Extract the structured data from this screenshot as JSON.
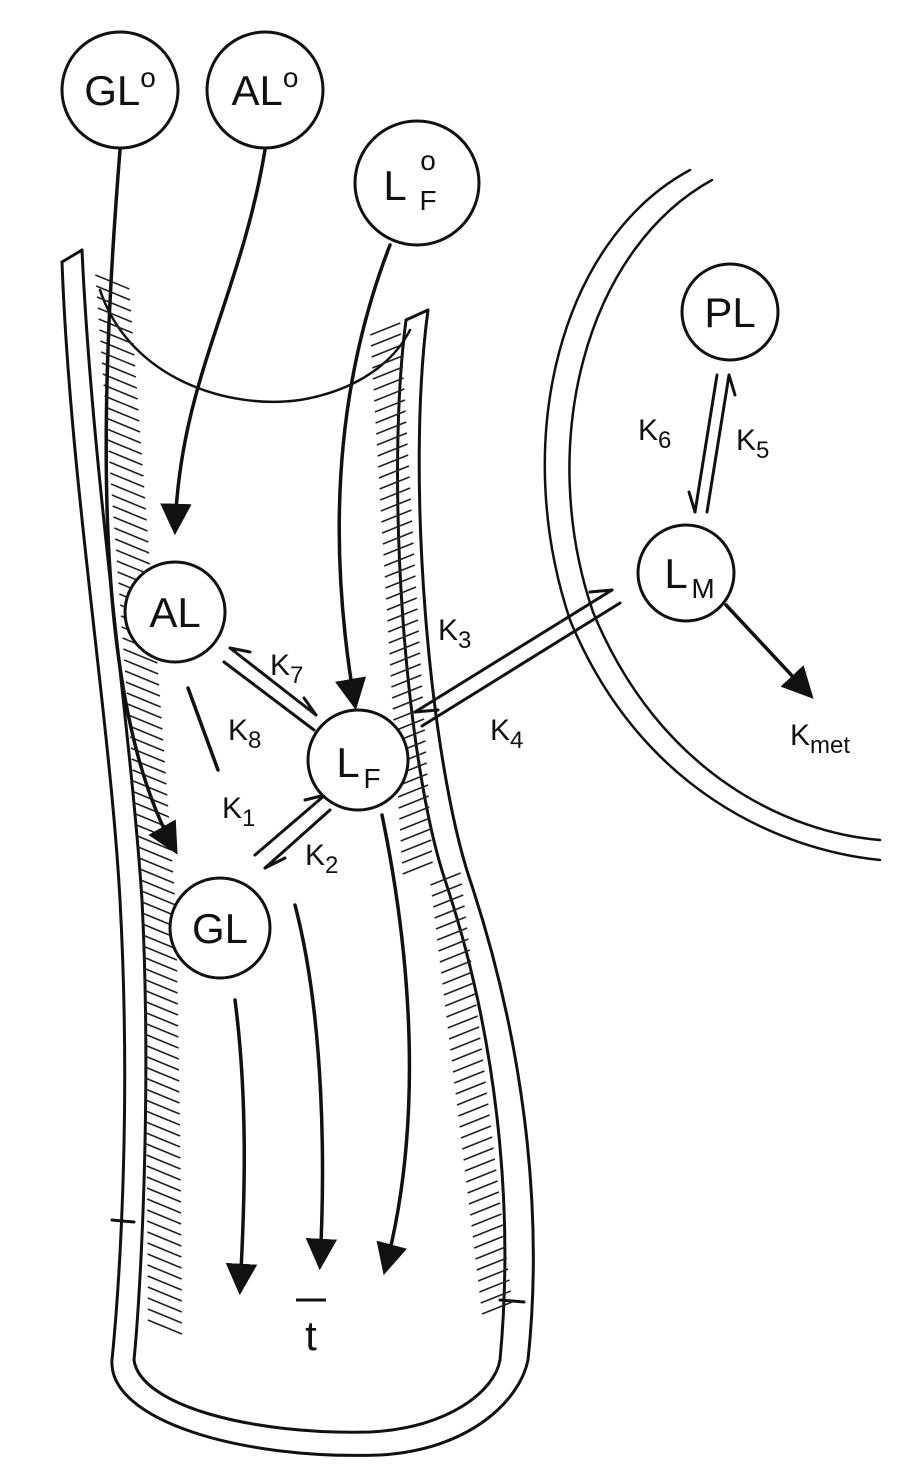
{
  "nodes": {
    "gl0": {
      "main": "GL",
      "sup": "o"
    },
    "al0": {
      "main": "AL",
      "sup": "o"
    },
    "lf0": {
      "main": "L",
      "sup": "o",
      "sub": "F"
    },
    "al": {
      "main": "AL"
    },
    "lf": {
      "main": "L",
      "sub": "F"
    },
    "gl": {
      "main": "GL"
    },
    "pl": {
      "main": "PL"
    },
    "lm": {
      "main": "L",
      "sub": "M"
    }
  },
  "rates": {
    "k1": {
      "main": "K",
      "sub": "1"
    },
    "k2": {
      "main": "K",
      "sub": "2"
    },
    "k3": {
      "main": "K",
      "sub": "3"
    },
    "k4": {
      "main": "K",
      "sub": "4"
    },
    "k5": {
      "main": "K",
      "sub": "5"
    },
    "k6": {
      "main": "K",
      "sub": "6"
    },
    "k7": {
      "main": "K",
      "sub": "7"
    },
    "k8": {
      "main": "K",
      "sub": "8"
    },
    "kmet": {
      "main": "K",
      "sub": "met"
    }
  },
  "time_label": "t"
}
